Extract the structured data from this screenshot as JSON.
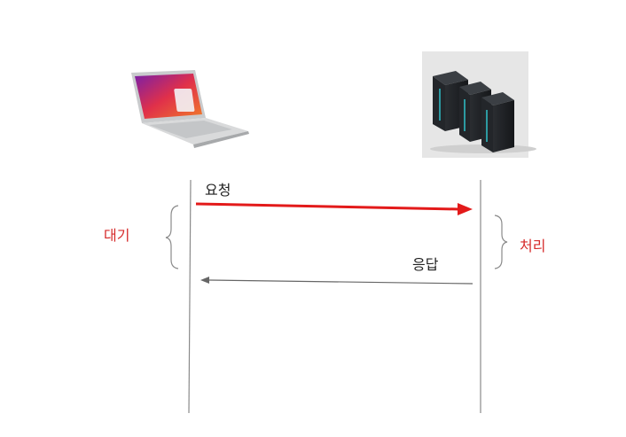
{
  "diagram": {
    "client": {
      "icon": "laptop-icon"
    },
    "server": {
      "icon": "server-rack-icon"
    },
    "messages": [
      {
        "label": "요청",
        "direction": "client-to-server",
        "color": "#e31a1a"
      },
      {
        "label": "응답",
        "direction": "server-to-client",
        "color": "#666666"
      }
    ],
    "states": [
      {
        "label": "대기",
        "side": "client",
        "color": "#d62b2b"
      },
      {
        "label": "처리",
        "side": "server",
        "color": "#d62b2b"
      }
    ]
  }
}
